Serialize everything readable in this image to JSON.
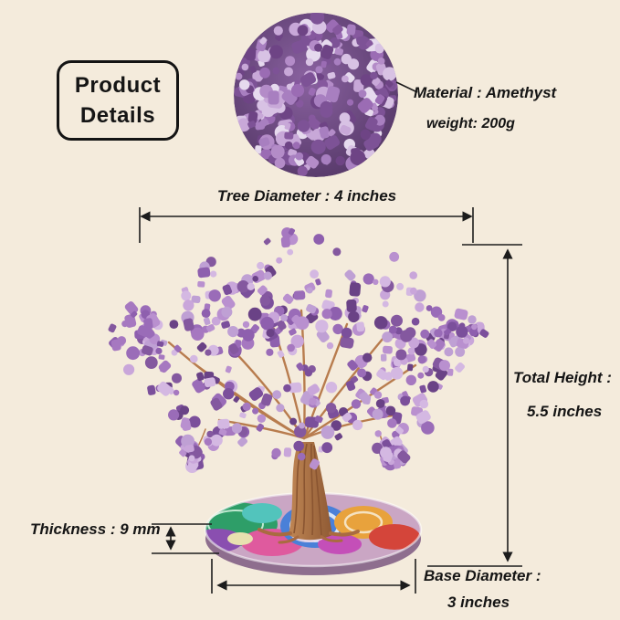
{
  "header": {
    "line1": "Product",
    "line2": "Details"
  },
  "callout": {
    "material": "Material : Amethyst",
    "weight": "weight: 200g"
  },
  "annotations": {
    "tree_diameter": "Tree Diameter : 4 inches",
    "total_height_line1": "Total Height :",
    "total_height_line2": "5.5 inches",
    "thickness": "Thickness : 9 mm",
    "base_diameter_line1": "Base Diameter :",
    "base_diameter_line2": "3 inches"
  },
  "art": {
    "background": "#f4ebdc",
    "line_color": "#1c1c1c",
    "wire_color": "#b87c4e",
    "trunk_dark": "#8a5531",
    "foliage_palette": [
      "#a678c0",
      "#8e5fae",
      "#b990cf",
      "#c9a6da",
      "#7b4f9b",
      "#d4b8e2",
      "#9a6cb8",
      "#84589f",
      "#6a4286",
      "#bfa0d4"
    ],
    "crystal_palette": [
      "#b48cc8",
      "#9b6cb4",
      "#c8a8d8",
      "#86589e",
      "#6e4485",
      "#d8c2e4",
      "#e6daee",
      "#7d5296",
      "#a87fc0"
    ]
  }
}
